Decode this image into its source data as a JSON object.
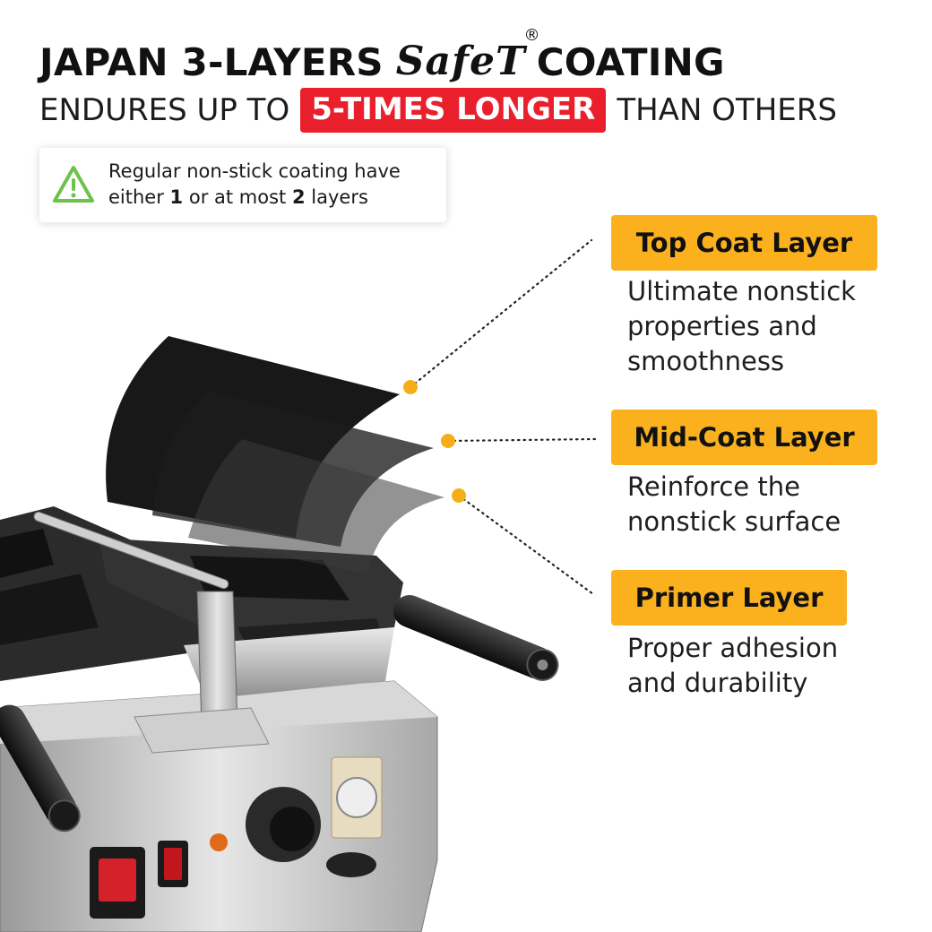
{
  "header": {
    "title_pre": "JAPAN 3-LAYERS",
    "brand": "SafeT",
    "registered": "®",
    "title_post": "COATING",
    "subtitle_pre": "ENDURES UP TO",
    "subtitle_highlight": "5-TIMES LONGER",
    "subtitle_post": "THAN OTHERS"
  },
  "note": {
    "icon": "warning-triangle-icon",
    "line1": "Regular non-stick coating have",
    "line2_pre": "either",
    "count_a": "1",
    "line2_mid": "or at most",
    "count_b": "2",
    "line2_post": "layers"
  },
  "layers": [
    {
      "label": "Top Coat Layer",
      "desc": [
        "Ultimate nonstick",
        "properties and",
        "smoothness"
      ]
    },
    {
      "label": "Mid-Coat Layer",
      "desc": [
        "Reinforce the",
        "nonstick surface"
      ]
    },
    {
      "label": "Primer Layer",
      "desc": [
        "Proper adhesion",
        "and durability"
      ]
    }
  ],
  "colors": {
    "highlight_red": "#ea1f2c",
    "label_orange": "#fbb11e",
    "warning_green": "#6cc24a",
    "leader_dot": "#f6ad1a"
  }
}
